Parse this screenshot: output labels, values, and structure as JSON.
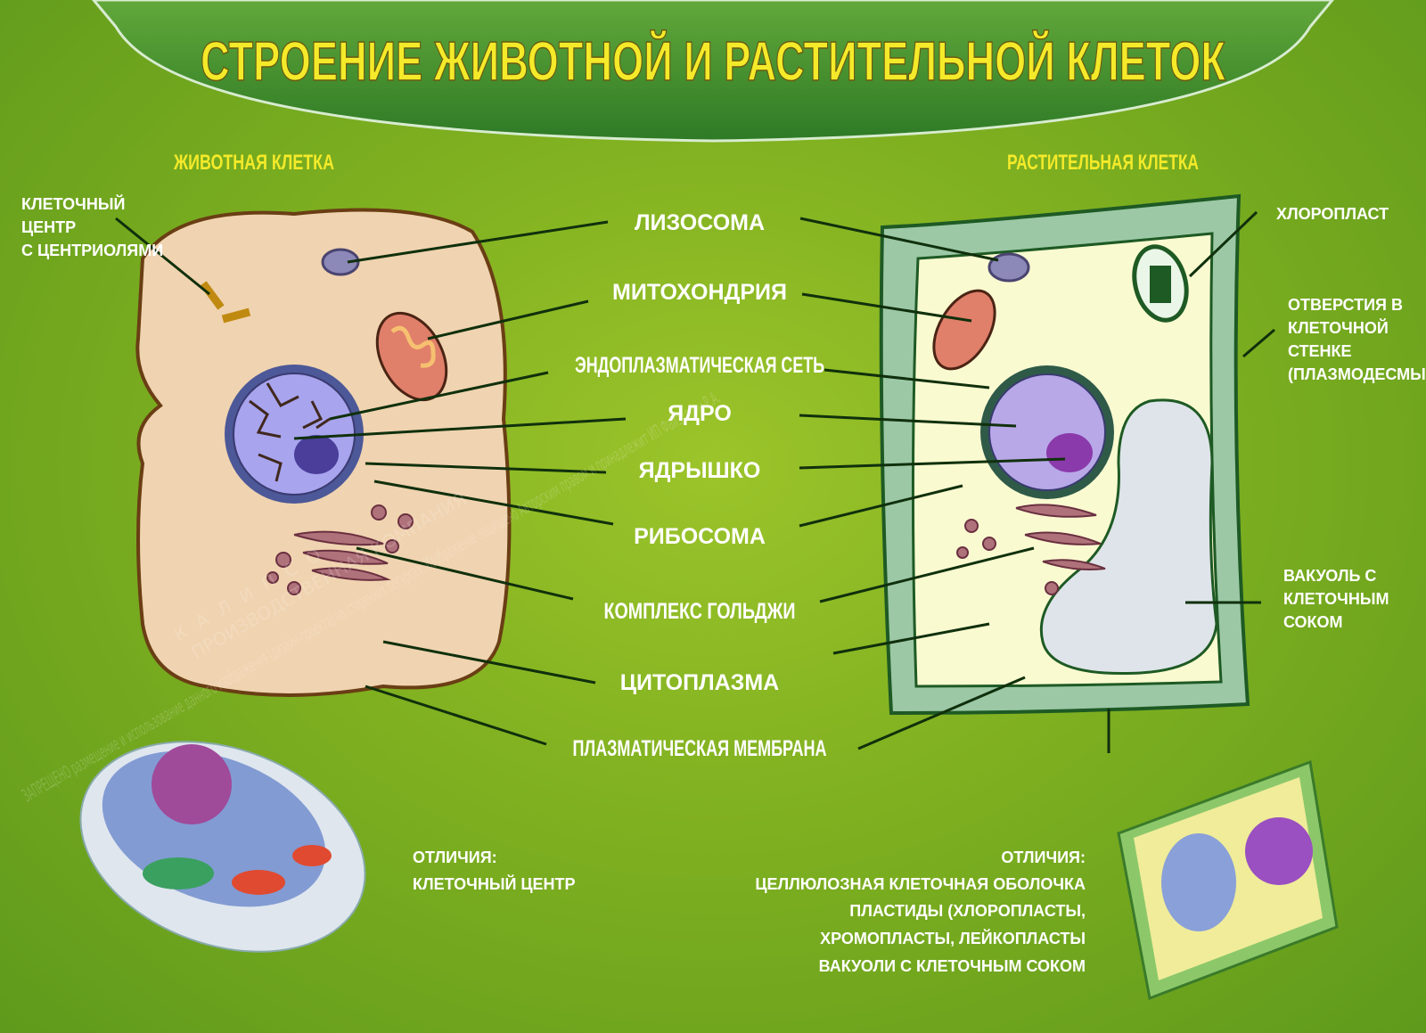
{
  "title": "СТРОЕНИЕ ЖИВОТНОЙ И РАСТИТЕЛЬНОЙ КЛЕТОК",
  "animal": {
    "heading": "ЖИВОТНАЯ КЛЕТКА",
    "centrosome": [
      "КЛЕТОЧНЫЙ",
      "ЦЕНТР",
      "С ЦЕНТРИОЛЯМИ"
    ],
    "diff_title": "ОТЛИЧИЯ:",
    "diff_items": [
      "КЛЕТОЧНЫЙ ЦЕНТР"
    ]
  },
  "plant": {
    "heading": "РАСТИТЕЛЬНАЯ КЛЕТКА",
    "chloroplast": "ХЛОРОПЛАСТ",
    "plasmodesmata": [
      "ОТВЕРСТИЯ В",
      "КЛЕТОЧНОЙ",
      "СТЕНКЕ",
      "(ПЛАЗМОДЕСМЫ)"
    ],
    "vacuole": [
      "ВАКУОЛЬ С",
      "КЛЕТОЧНЫМ",
      "СОКОМ"
    ],
    "diff_title": "ОТЛИЧИЯ:",
    "diff_items": [
      "ЦЕЛЛЮЛОЗНАЯ КЛЕТОЧНАЯ ОБОЛОЧКА",
      "ПЛАСТИДЫ (ХЛОРОПЛАСТЫ,",
      "ХРОМОПЛАСТЫ, ЛЕЙКОПЛАСТЫ",
      "ВАКУОЛИ С КЛЕТОЧНЫМ СОКОМ"
    ]
  },
  "shared_labels": [
    "ЛИЗОСОМА",
    "МИТОХОНДРИЯ",
    "ЭНДОПЛАЗМАТИЧЕСКАЯ СЕТЬ",
    "ЯДРО",
    "ЯДРЫШКО",
    "РИБОСОМА",
    "КОМПЛЕКС ГОЛЬДЖИ",
    "ЦИТОПЛАЗМА",
    "ПЛАЗМАТИЧЕСКАЯ МЕМБРАНА"
  ],
  "watermark": {
    "brand": "КАЛИПСО",
    "brand_sub": "ПРОИЗВОДСТВЕННАЯ КОМПАНИЯ",
    "text": "ЗАПРЕЩЕНО размещение и использование данного изображения (дизайн-проекта) на сторонних ресурсах. Изображение защищено Авторским правом и принадлежит ИП Файзуллин Р.А."
  },
  "colors": {
    "background": "#7fb020",
    "title": "#f4ea2a",
    "banner": "#3f8a2a",
    "animal_cytoplasm": "#f0d3b0",
    "plant_cytoplasm": "#fafad0",
    "cell_wall": "#9cc8a6"
  }
}
